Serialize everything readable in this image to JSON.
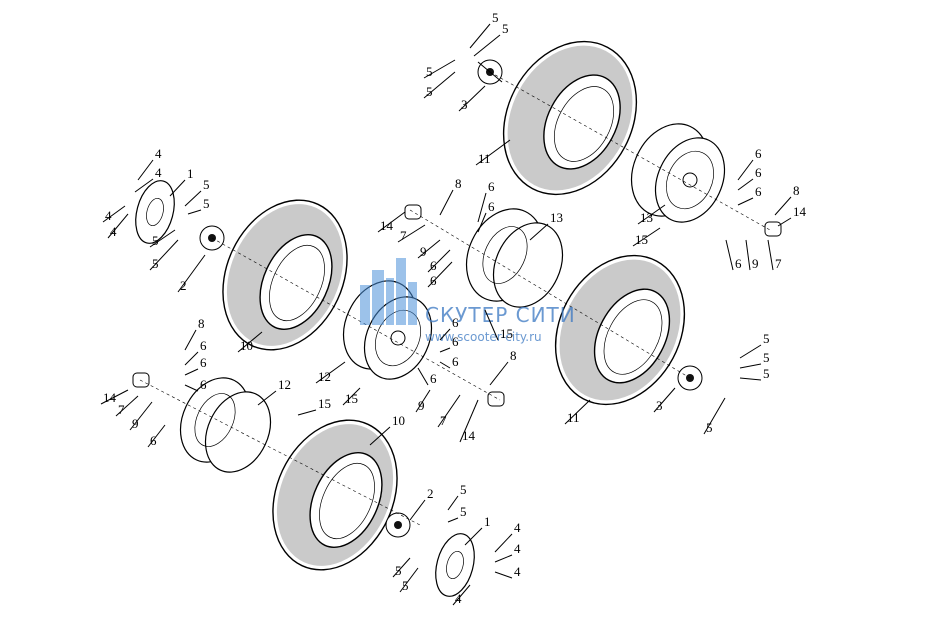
{
  "diagram": {
    "watermark": {
      "brand": "СКУТЕР СИТИ",
      "url": "www.scooter-city.ru"
    },
    "callout_labels": [
      "1",
      "2",
      "3",
      "4",
      "5",
      "6",
      "7",
      "8",
      "9",
      "10",
      "11",
      "12",
      "13",
      "14",
      "15"
    ],
    "colors": {
      "line": "#000000",
      "background": "#ffffff",
      "watermark": "#3a78c2"
    }
  }
}
